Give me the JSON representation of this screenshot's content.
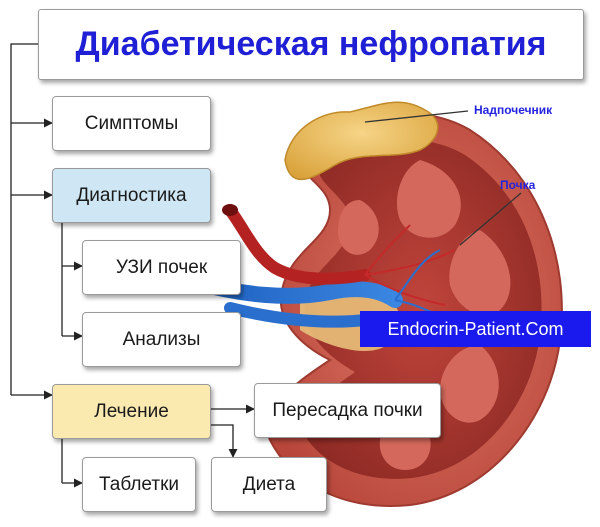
{
  "diagram": {
    "title": "Диабетическая нефропатия",
    "nodes": {
      "symptoms": "Симптомы",
      "diagnostics": "Диагностика",
      "ultrasound": "УЗИ почек",
      "analyses": "Анализы",
      "treatment": "Лечение",
      "transplant": "Пересадка почки",
      "pills": "Таблетки",
      "diet": "Диета"
    },
    "colors": {
      "title_text": "#1f1fd6",
      "diagnostics_fill": "#cfe6f4",
      "treatment_fill": "#fbeab0",
      "connector": "#222222"
    }
  },
  "illustration": {
    "adrenal_label": "Надпочечник",
    "kidney_label": "Почка",
    "watermark": "Endocrin-Patient.Com"
  }
}
